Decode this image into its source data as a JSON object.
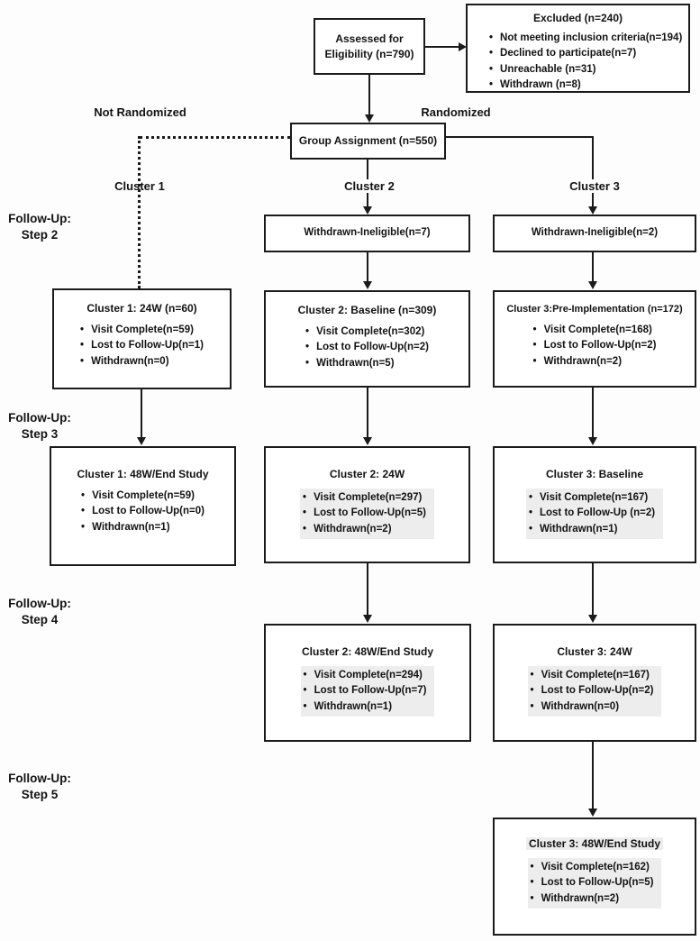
{
  "colors": {
    "line": "#1a1a1a",
    "box_border": "#1b1b1b",
    "bullet_highlight": "#ededed",
    "background": "#fdfdfd"
  },
  "labels": {
    "not_randomized": "Not Randomized",
    "randomized": "Randomized",
    "cluster1": "Cluster 1",
    "cluster2": "Cluster 2",
    "cluster3": "Cluster 3",
    "step2_line1": "Follow-Up:",
    "step2_line2": "Step 2",
    "step3_line1": "Follow-Up:",
    "step3_line2": "Step 3",
    "step4_line1": "Follow-Up:",
    "step4_line2": "Step 4",
    "step5_line1": "Follow-Up:",
    "step5_line2": "Step 5"
  },
  "nodes": {
    "assessed": {
      "line1": "Assessed for",
      "line2": "Eligibility (n=790)"
    },
    "excluded": {
      "title": "Excluded (n=240)",
      "bullets": [
        "Not meeting inclusion criteria(n=194)",
        "Declined to participate(n=7)",
        "Unreachable (n=31)",
        "Withdrawn (n=8)"
      ]
    },
    "group": {
      "title": "Group Assignment (n=550)"
    },
    "withdrawn_c2": {
      "title": "Withdrawn-Ineligible(n=7)"
    },
    "withdrawn_c3": {
      "title": "Withdrawn-Ineligible(n=2)"
    },
    "c1_24w": {
      "title": "Cluster 1: 24W (n=60)",
      "bullets": [
        "Visit Complete(n=59)",
        "Lost to Follow-Up(n=1)",
        "Withdrawn(n=0)"
      ]
    },
    "c2_baseline": {
      "title": "Cluster 2: Baseline (n=309)",
      "bullets": [
        "Visit Complete(n=302)",
        "Lost to Follow-Up(n=2)",
        "Withdrawn(n=5)"
      ]
    },
    "c3_pre": {
      "title": "Cluster 3:Pre-Implementation (n=172)",
      "bullets": [
        "Visit Complete(n=168)",
        "Lost to Follow-Up(n=2)",
        "Withdrawn(n=2)"
      ]
    },
    "c1_48w": {
      "title": "Cluster 1: 48W/End Study",
      "bullets": [
        "Visit Complete(n=59)",
        "Lost to Follow-Up(n=0)",
        "Withdrawn(n=1)"
      ]
    },
    "c2_24w": {
      "title": "Cluster 2: 24W",
      "bullets": [
        "Visit Complete(n=297)",
        "Lost to Follow-Up(n=5)",
        "Withdrawn(n=2)"
      ]
    },
    "c3_baseline": {
      "title": "Cluster 3: Baseline",
      "bullets": [
        "Visit Complete(n=167)",
        "Lost to Follow-Up (n=2)",
        "Withdrawn(n=1)"
      ]
    },
    "c2_48w": {
      "title": "Cluster 2: 48W/End Study",
      "bullets": [
        "Visit Complete(n=294)",
        "Lost to Follow-Up(n=7)",
        "Withdrawn(n=1)"
      ]
    },
    "c3_24w": {
      "title": "Cluster 3: 24W",
      "bullets": [
        "Visit Complete(n=167)",
        "Lost to Follow-Up(n=2)",
        "Withdrawn(n=0)"
      ]
    },
    "c3_48w": {
      "title": "Cluster 3: 48W/End Study",
      "bullets": [
        "Visit Complete(n=162)",
        "Lost to Follow-Up(n=5)",
        "Withdrawn(n=2)"
      ]
    }
  }
}
